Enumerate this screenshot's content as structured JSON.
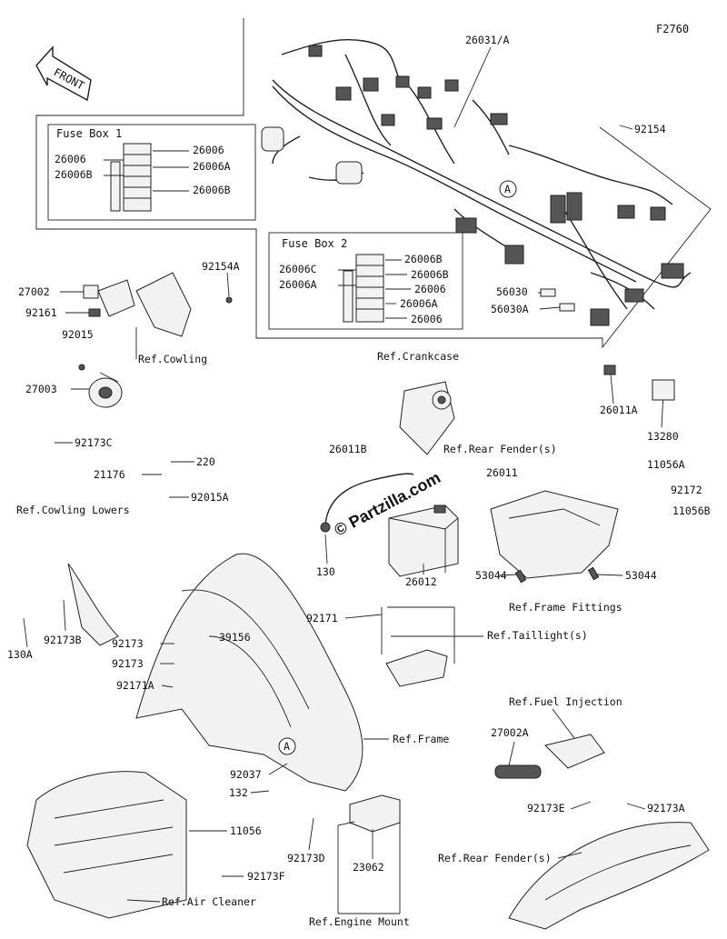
{
  "page": {
    "code": "F2760",
    "watermark": "© Partzilla.com",
    "front_label": "FRONT"
  },
  "fuse_box_1": {
    "title": "Fuse Box 1"
  },
  "fuse_box_2": {
    "title": "Fuse Box 2"
  },
  "callout": "A",
  "labels": [
    "26031/A",
    "92154",
    "26006",
    "26006",
    "26006B",
    "26006A",
    "26006B",
    "26006B",
    "26006C",
    "26006B",
    "26006A",
    "26006",
    "26006A",
    "26006",
    "56030",
    "56030A",
    "26011A",
    "13280",
    "92154A",
    "27002",
    "92161",
    "92015",
    "27003",
    "Ref.Cowling",
    "Ref.Crankcase",
    "92173C",
    "26011B",
    "220",
    "21176",
    "92015A",
    "Ref.Cowling Lowers",
    "26011",
    "Ref.Rear Fender(s)",
    "11056A",
    "92172",
    "11056B",
    "130",
    "26012",
    "53044",
    "53044",
    "Ref.Frame Fittings",
    "92171",
    "Ref.Taillight(s)",
    "130A",
    "92173B",
    "39156",
    "92173",
    "92173",
    "92171A",
    "Ref.Frame",
    "92037",
    "132",
    "Ref.Fuel Injection",
    "27002A",
    "92173E",
    "92173A",
    "11056",
    "Ref.Rear Fender(s)",
    "92173F",
    "92173D",
    "23062",
    "Ref.Air Cleaner",
    "Ref.Engine Mount"
  ]
}
